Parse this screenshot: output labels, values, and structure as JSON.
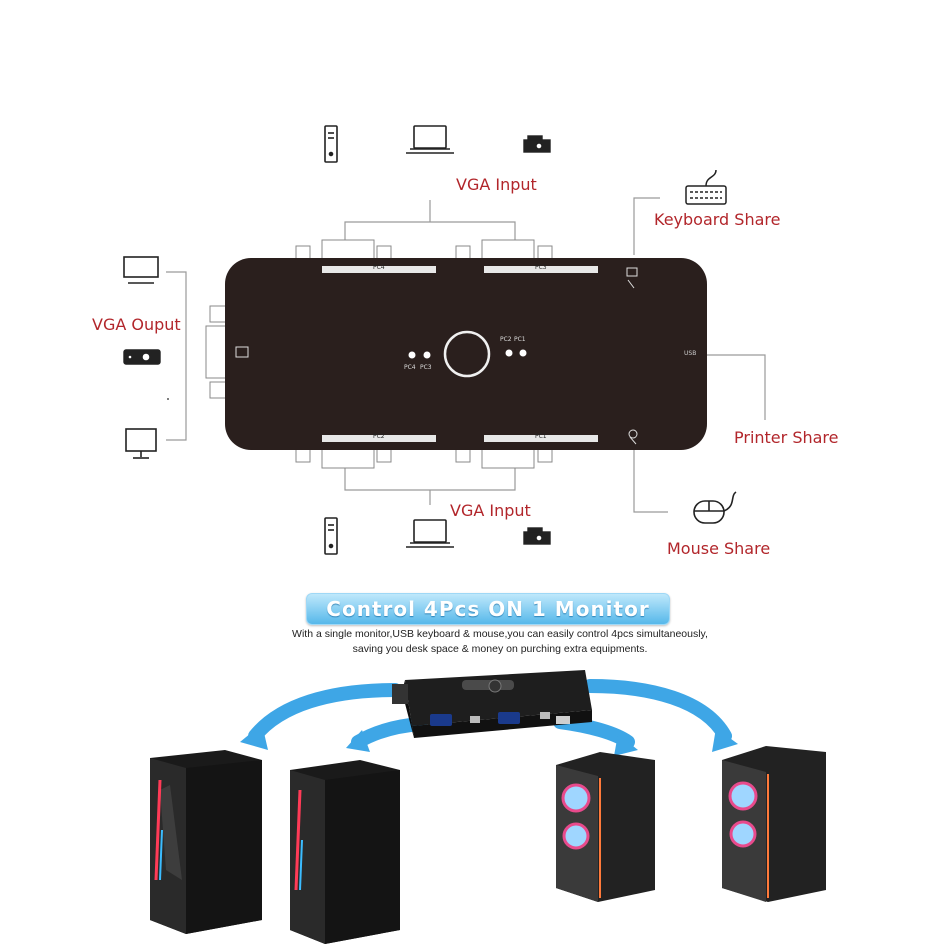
{
  "labels": {
    "vga_input_top": "VGA Input",
    "vga_input_bottom": "VGA Input",
    "keyboard_share": "Keyboard  Share",
    "vga_output": "VGA Ouput",
    "printer_share": "Printer Share",
    "mouse_share": "Mouse Share"
  },
  "switch": {
    "port_labels": [
      "PC4",
      "PC3",
      "PC2",
      "PC1"
    ],
    "led_labels": [
      "PC4",
      "PC3",
      "PC2",
      "PC1"
    ],
    "side_label": "USB"
  },
  "banner": {
    "title": "Control 4Pcs ON 1 Monitor",
    "line1": "With a single monitor,USB keyboard & mouse,you can easily control 4pcs simultaneously,",
    "line2": "saving you desk space & money on purching extra equipments."
  },
  "colors": {
    "label_red": "#b2262b",
    "device_body": "#2a1f1d",
    "banner_blue": "#56b8ea",
    "arrow_blue": "#3ea6e6",
    "line_gray": "#9a9a9a"
  },
  "icons": [
    "desktop-tower-icon",
    "laptop-icon",
    "projector-icon",
    "keyboard-icon",
    "tv-icon",
    "monitor-icon",
    "mouse-icon",
    "printer-icon"
  ]
}
